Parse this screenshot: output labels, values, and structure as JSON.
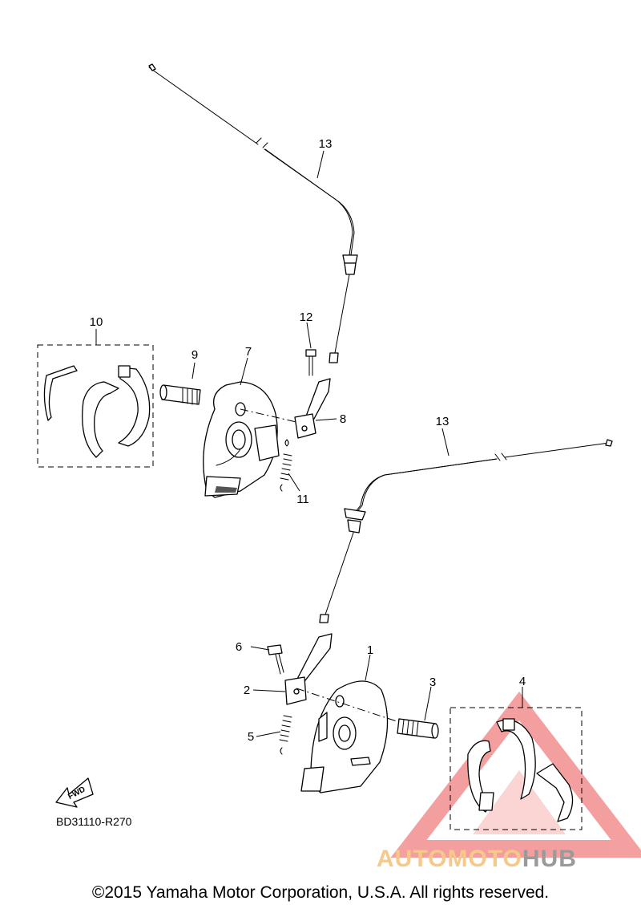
{
  "callouts": {
    "c1": "1",
    "c2": "2",
    "c3": "3",
    "c4": "4",
    "c5": "5",
    "c6": "6",
    "c7": "7",
    "c8": "8",
    "c9": "9",
    "c10": "10",
    "c11": "11",
    "c12": "12",
    "c13a": "13",
    "c13b": "13"
  },
  "fwd_label": "FWD",
  "reference_code": "BD31110-R270",
  "watermark": {
    "part1": "AUTOMOTO",
    "part2": "HUB",
    "color_main": "#f6c98a",
    "color_accent": "#9a9a9a",
    "triangle_color": "#f08080"
  },
  "copyright": "©2015 Yamaha Motor Corporation, U.S.A. All rights reserved."
}
